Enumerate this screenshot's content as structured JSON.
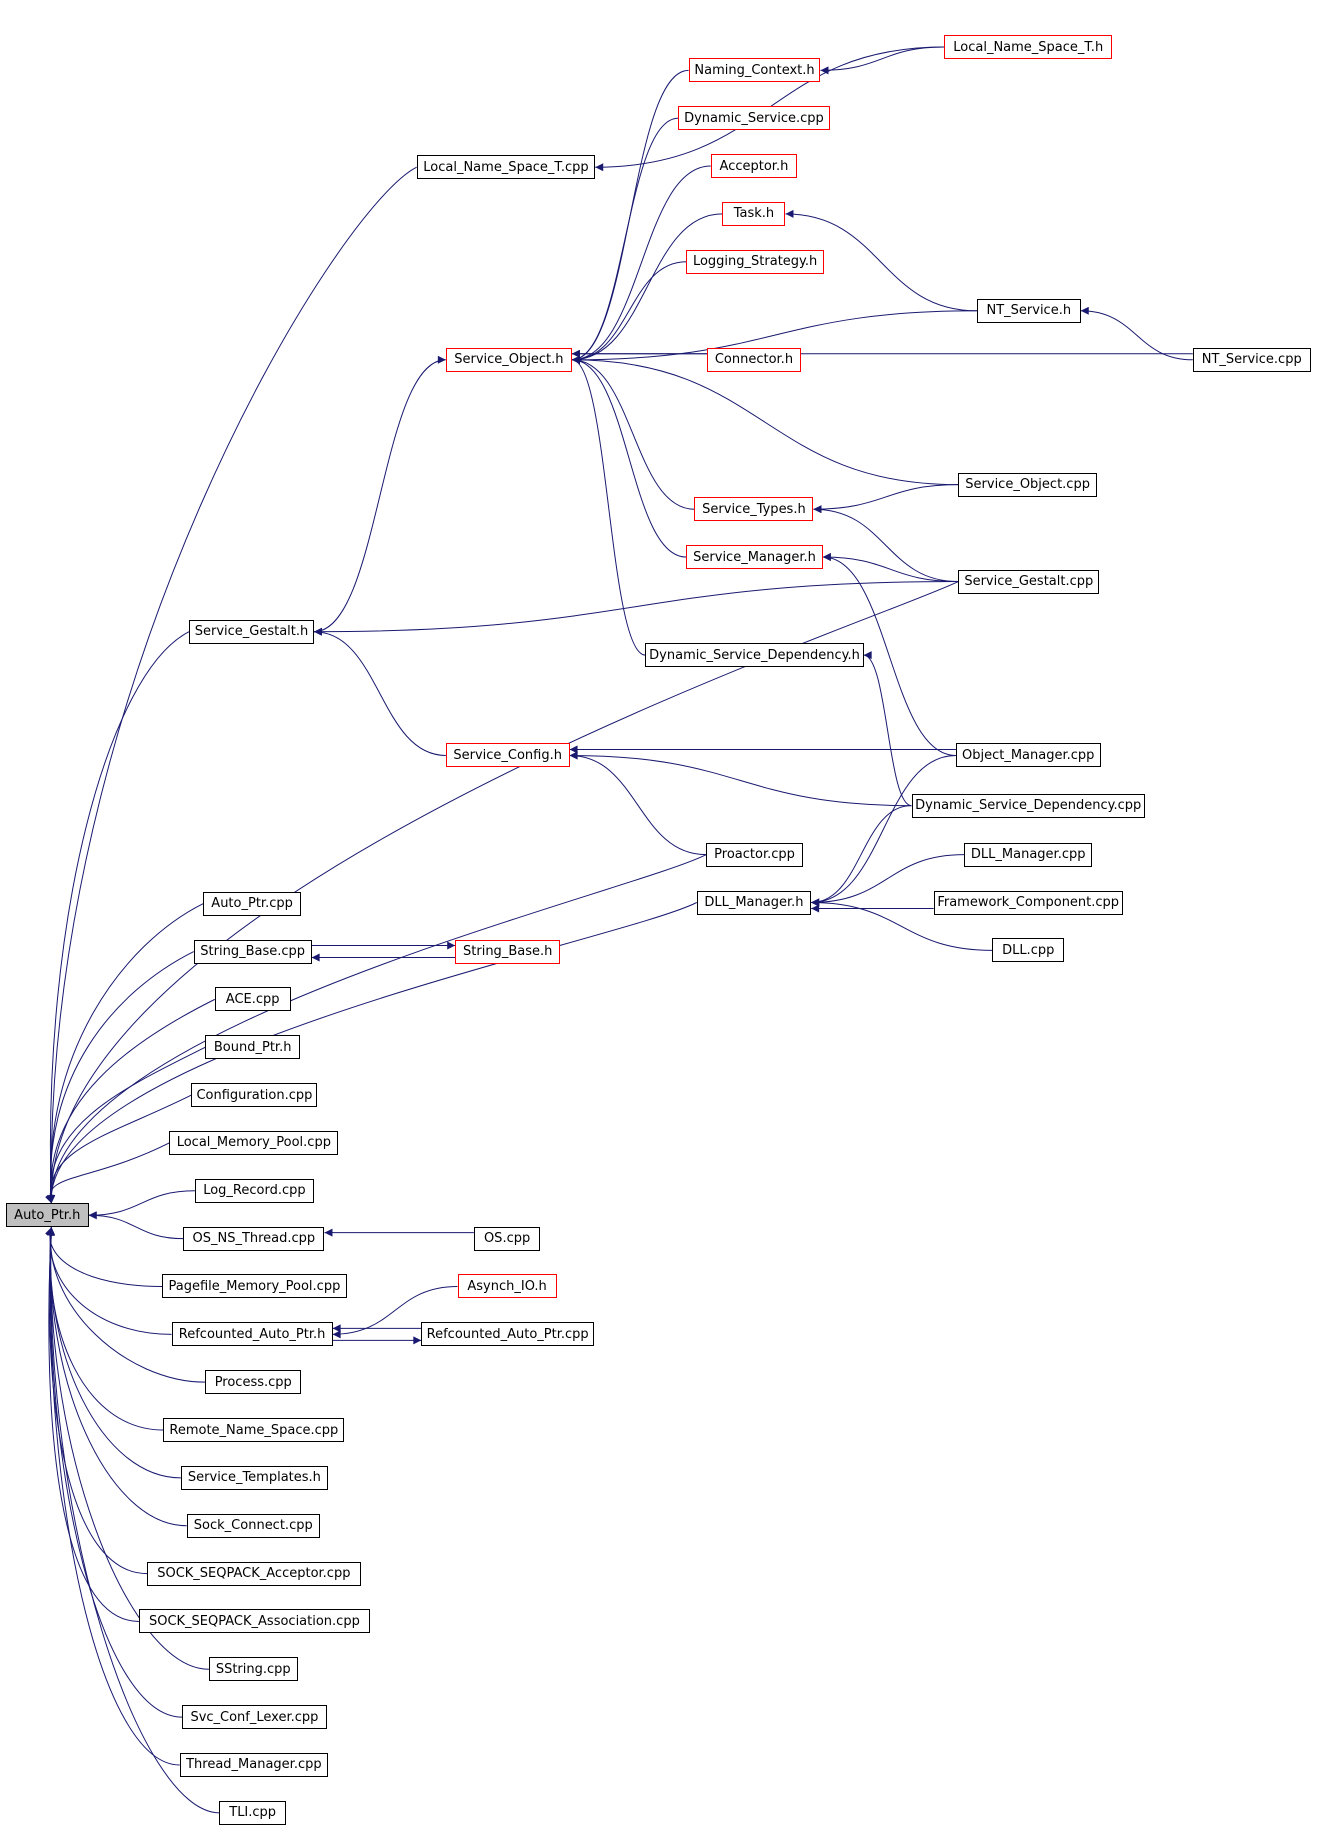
{
  "colors": {
    "edge": "#191970",
    "border_black": "#000000",
    "border_red": "#ff0000",
    "root_fill": "#bfbfbf",
    "background": "#ffffff"
  },
  "nodes": [
    {
      "id": "auto_ptr_h",
      "label": "Auto_Ptr.h",
      "border": "black",
      "root": true
    },
    {
      "id": "local_name_space_t_h",
      "label": "Local_Name_Space_T.h",
      "border": "red"
    },
    {
      "id": "naming_context_h",
      "label": "Naming_Context.h",
      "border": "red"
    },
    {
      "id": "dynamic_service_cpp",
      "label": "Dynamic_Service.cpp",
      "border": "red"
    },
    {
      "id": "local_name_space_t_cpp",
      "label": "Local_Name_Space_T.cpp",
      "border": "black"
    },
    {
      "id": "acceptor_h",
      "label": "Acceptor.h",
      "border": "red"
    },
    {
      "id": "task_h",
      "label": "Task.h",
      "border": "red"
    },
    {
      "id": "logging_strategy_h",
      "label": "Logging_Strategy.h",
      "border": "red"
    },
    {
      "id": "nt_service_h",
      "label": "NT_Service.h",
      "border": "black"
    },
    {
      "id": "service_object_h",
      "label": "Service_Object.h",
      "border": "red"
    },
    {
      "id": "connector_h",
      "label": "Connector.h",
      "border": "red"
    },
    {
      "id": "nt_service_cpp",
      "label": "NT_Service.cpp",
      "border": "black"
    },
    {
      "id": "service_object_cpp",
      "label": "Service_Object.cpp",
      "border": "black"
    },
    {
      "id": "service_types_h",
      "label": "Service_Types.h",
      "border": "red"
    },
    {
      "id": "service_manager_h",
      "label": "Service_Manager.h",
      "border": "red"
    },
    {
      "id": "service_gestalt_cpp",
      "label": "Service_Gestalt.cpp",
      "border": "black"
    },
    {
      "id": "service_gestalt_h",
      "label": "Service_Gestalt.h",
      "border": "black"
    },
    {
      "id": "dynamic_service_dependency_h",
      "label": "Dynamic_Service_Dependency.h",
      "border": "black"
    },
    {
      "id": "service_config_h",
      "label": "Service_Config.h",
      "border": "red"
    },
    {
      "id": "object_manager_cpp",
      "label": "Object_Manager.cpp",
      "border": "black"
    },
    {
      "id": "dynamic_service_dependency_cpp",
      "label": "Dynamic_Service_Dependency.cpp",
      "border": "black"
    },
    {
      "id": "proactor_cpp",
      "label": "Proactor.cpp",
      "border": "black"
    },
    {
      "id": "dll_manager_cpp",
      "label": "DLL_Manager.cpp",
      "border": "black"
    },
    {
      "id": "dll_manager_h",
      "label": "DLL_Manager.h",
      "border": "black"
    },
    {
      "id": "framework_component_cpp",
      "label": "Framework_Component.cpp",
      "border": "black"
    },
    {
      "id": "dll_cpp",
      "label": "DLL.cpp",
      "border": "black"
    },
    {
      "id": "auto_ptr_cpp",
      "label": "Auto_Ptr.cpp",
      "border": "black"
    },
    {
      "id": "string_base_cpp",
      "label": "String_Base.cpp",
      "border": "black"
    },
    {
      "id": "string_base_h",
      "label": "String_Base.h",
      "border": "red"
    },
    {
      "id": "ace_cpp",
      "label": "ACE.cpp",
      "border": "black"
    },
    {
      "id": "bound_ptr_h",
      "label": "Bound_Ptr.h",
      "border": "black"
    },
    {
      "id": "configuration_cpp",
      "label": "Configuration.cpp",
      "border": "black"
    },
    {
      "id": "local_memory_pool_cpp",
      "label": "Local_Memory_Pool.cpp",
      "border": "black"
    },
    {
      "id": "log_record_cpp",
      "label": "Log_Record.cpp",
      "border": "black"
    },
    {
      "id": "os_ns_thread_cpp",
      "label": "OS_NS_Thread.cpp",
      "border": "black"
    },
    {
      "id": "os_cpp",
      "label": "OS.cpp",
      "border": "black"
    },
    {
      "id": "pagefile_memory_pool_cpp",
      "label": "Pagefile_Memory_Pool.cpp",
      "border": "black"
    },
    {
      "id": "asynch_io_h",
      "label": "Asynch_IO.h",
      "border": "red"
    },
    {
      "id": "refcounted_auto_ptr_h",
      "label": "Refcounted_Auto_Ptr.h",
      "border": "black"
    },
    {
      "id": "refcounted_auto_ptr_cpp",
      "label": "Refcounted_Auto_Ptr.cpp",
      "border": "black"
    },
    {
      "id": "process_cpp",
      "label": "Process.cpp",
      "border": "black"
    },
    {
      "id": "remote_name_space_cpp",
      "label": "Remote_Name_Space.cpp",
      "border": "black"
    },
    {
      "id": "service_templates_h",
      "label": "Service_Templates.h",
      "border": "black"
    },
    {
      "id": "sock_connect_cpp",
      "label": "Sock_Connect.cpp",
      "border": "black"
    },
    {
      "id": "sock_seqpack_acceptor_cpp",
      "label": "SOCK_SEQPACK_Acceptor.cpp",
      "border": "black"
    },
    {
      "id": "sock_seqpack_association_cpp",
      "label": "SOCK_SEQPACK_Association.cpp",
      "border": "black"
    },
    {
      "id": "sstring_cpp",
      "label": "SString.cpp",
      "border": "black"
    },
    {
      "id": "svc_conf_lexer_cpp",
      "label": "Svc_Conf_Lexer.cpp",
      "border": "black"
    },
    {
      "id": "thread_manager_cpp",
      "label": "Thread_Manager.cpp",
      "border": "black"
    },
    {
      "id": "tli_cpp",
      "label": "TLI.cpp",
      "border": "black"
    }
  ],
  "edges": [
    {
      "from": "local_name_space_t_cpp",
      "to": "auto_ptr_h"
    },
    {
      "from": "local_name_space_t_h",
      "to": "local_name_space_t_cpp"
    },
    {
      "from": "local_name_space_t_h",
      "to": "naming_context_h"
    },
    {
      "from": "naming_context_h",
      "to": "service_object_h"
    },
    {
      "from": "dynamic_service_cpp",
      "to": "service_object_h"
    },
    {
      "from": "acceptor_h",
      "to": "service_object_h"
    },
    {
      "from": "task_h",
      "to": "service_object_h"
    },
    {
      "from": "logging_strategy_h",
      "to": "service_object_h"
    },
    {
      "from": "nt_service_h",
      "to": "service_object_h"
    },
    {
      "from": "nt_service_h",
      "to": "task_h"
    },
    {
      "from": "connector_h",
      "to": "service_object_h"
    },
    {
      "from": "nt_service_cpp",
      "to": "service_object_h"
    },
    {
      "from": "nt_service_cpp",
      "to": "nt_service_h"
    },
    {
      "from": "service_object_cpp",
      "to": "service_object_h"
    },
    {
      "from": "service_object_cpp",
      "to": "service_types_h"
    },
    {
      "from": "service_types_h",
      "to": "service_object_h"
    },
    {
      "from": "service_manager_h",
      "to": "service_object_h"
    },
    {
      "from": "service_gestalt_cpp",
      "to": "service_types_h"
    },
    {
      "from": "service_gestalt_cpp",
      "to": "service_manager_h"
    },
    {
      "from": "service_gestalt_cpp",
      "to": "service_gestalt_h"
    },
    {
      "from": "service_gestalt_cpp",
      "to": "auto_ptr_h"
    },
    {
      "from": "dynamic_service_dependency_h",
      "to": "service_object_h"
    },
    {
      "from": "service_gestalt_h",
      "to": "service_object_h"
    },
    {
      "from": "service_gestalt_h",
      "to": "auto_ptr_h"
    },
    {
      "from": "service_config_h",
      "to": "service_gestalt_h"
    },
    {
      "from": "object_manager_cpp",
      "to": "service_manager_h"
    },
    {
      "from": "object_manager_cpp",
      "to": "service_config_h"
    },
    {
      "from": "object_manager_cpp",
      "to": "dll_manager_h"
    },
    {
      "from": "dynamic_service_dependency_cpp",
      "to": "dynamic_service_dependency_h"
    },
    {
      "from": "dynamic_service_dependency_cpp",
      "to": "service_config_h"
    },
    {
      "from": "dynamic_service_dependency_cpp",
      "to": "dll_manager_h"
    },
    {
      "from": "proactor_cpp",
      "to": "service_config_h"
    },
    {
      "from": "proactor_cpp",
      "to": "auto_ptr_h"
    },
    {
      "from": "dll_manager_h",
      "to": "auto_ptr_h"
    },
    {
      "from": "dll_manager_cpp",
      "to": "dll_manager_h"
    },
    {
      "from": "framework_component_cpp",
      "to": "dll_manager_h"
    },
    {
      "from": "dll_cpp",
      "to": "dll_manager_h"
    },
    {
      "from": "auto_ptr_cpp",
      "to": "auto_ptr_h"
    },
    {
      "from": "string_base_cpp",
      "to": "auto_ptr_h"
    },
    {
      "from": "string_base_cpp",
      "to": "string_base_h"
    },
    {
      "from": "string_base_h",
      "to": "string_base_cpp"
    },
    {
      "from": "ace_cpp",
      "to": "auto_ptr_h"
    },
    {
      "from": "bound_ptr_h",
      "to": "auto_ptr_h"
    },
    {
      "from": "configuration_cpp",
      "to": "auto_ptr_h"
    },
    {
      "from": "local_memory_pool_cpp",
      "to": "auto_ptr_h"
    },
    {
      "from": "log_record_cpp",
      "to": "auto_ptr_h"
    },
    {
      "from": "os_ns_thread_cpp",
      "to": "auto_ptr_h"
    },
    {
      "from": "os_cpp",
      "to": "os_ns_thread_cpp"
    },
    {
      "from": "pagefile_memory_pool_cpp",
      "to": "auto_ptr_h"
    },
    {
      "from": "refcounted_auto_ptr_h",
      "to": "auto_ptr_h"
    },
    {
      "from": "asynch_io_h",
      "to": "refcounted_auto_ptr_h"
    },
    {
      "from": "refcounted_auto_ptr_h",
      "to": "refcounted_auto_ptr_cpp"
    },
    {
      "from": "refcounted_auto_ptr_cpp",
      "to": "refcounted_auto_ptr_h"
    },
    {
      "from": "process_cpp",
      "to": "auto_ptr_h"
    },
    {
      "from": "remote_name_space_cpp",
      "to": "auto_ptr_h"
    },
    {
      "from": "service_templates_h",
      "to": "auto_ptr_h"
    },
    {
      "from": "sock_connect_cpp",
      "to": "auto_ptr_h"
    },
    {
      "from": "sock_seqpack_acceptor_cpp",
      "to": "auto_ptr_h"
    },
    {
      "from": "sock_seqpack_association_cpp",
      "to": "auto_ptr_h"
    },
    {
      "from": "sstring_cpp",
      "to": "auto_ptr_h"
    },
    {
      "from": "svc_conf_lexer_cpp",
      "to": "auto_ptr_h"
    },
    {
      "from": "thread_manager_cpp",
      "to": "auto_ptr_h"
    },
    {
      "from": "tli_cpp",
      "to": "auto_ptr_h"
    }
  ]
}
